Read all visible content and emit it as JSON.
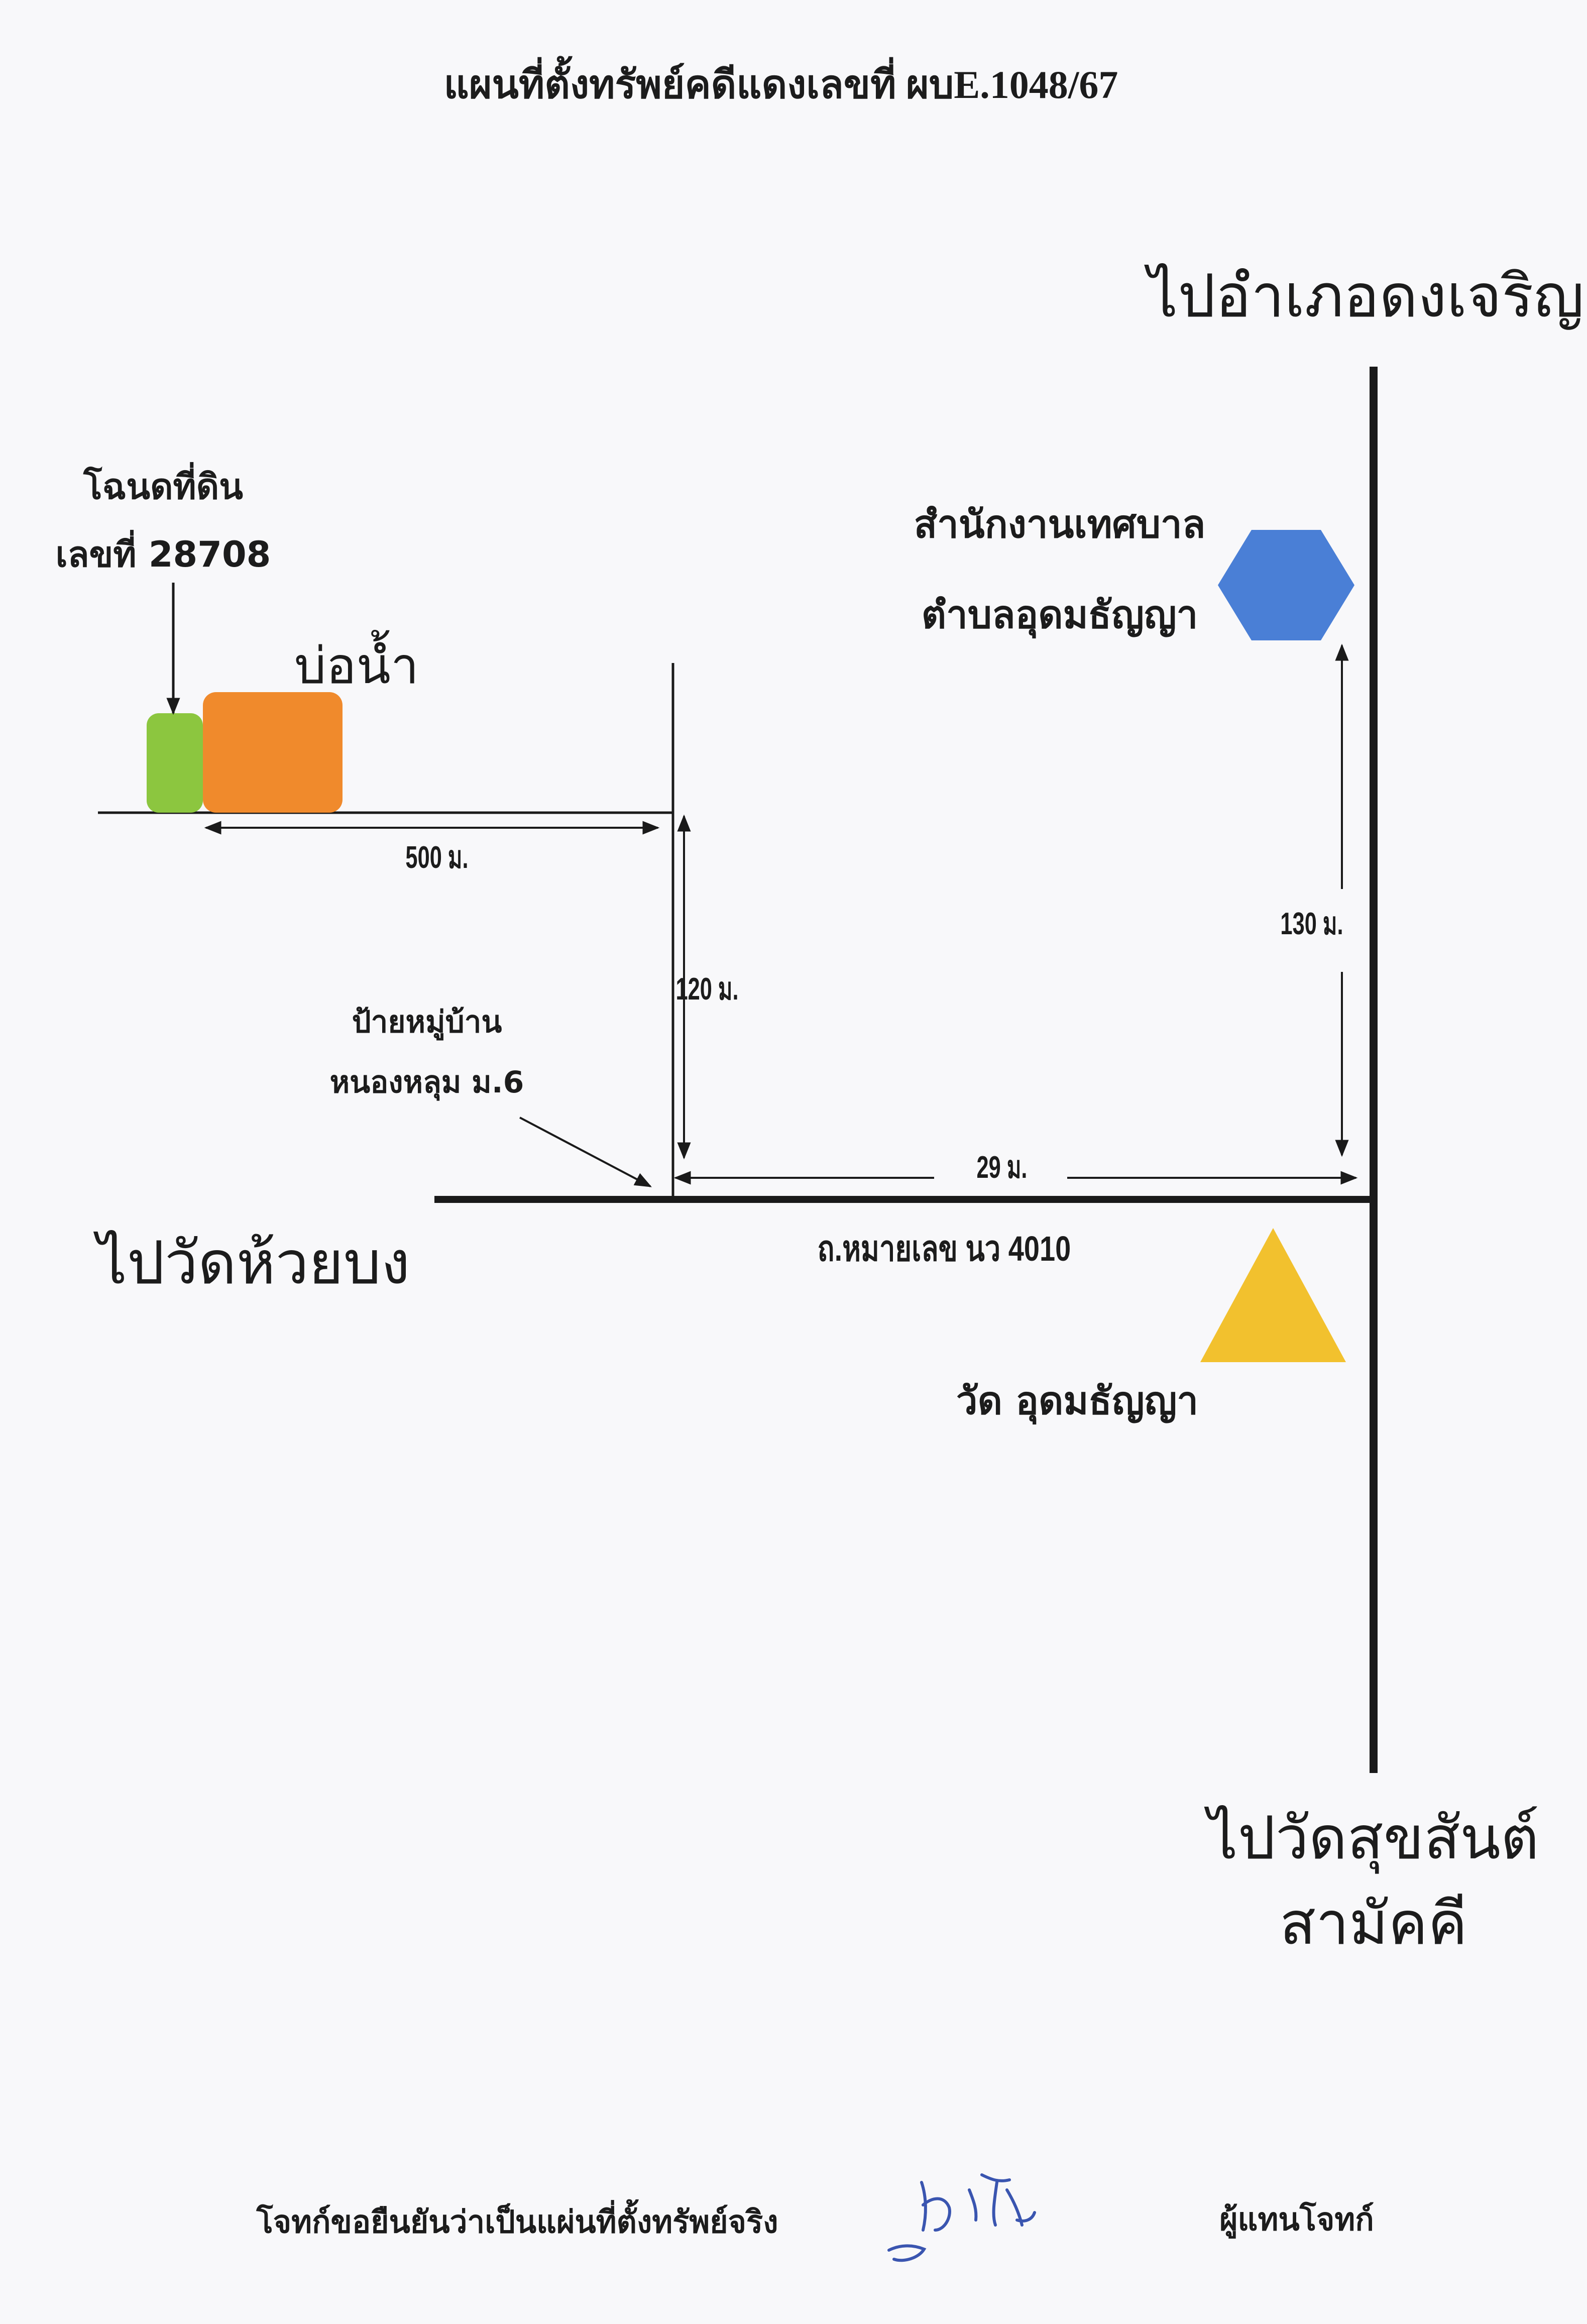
{
  "title": "แผนที่ตั้งทรัพย์คดีแดงเลขที่ ผบE.1048/67",
  "directions": {
    "north": "ไปอำเภอดงเจริญ",
    "west": "ไปวัดห้วยบง",
    "south_line1": "ไปวัดสุขสันต์",
    "south_line2": "สามัคคี"
  },
  "landmarks": {
    "deed_line1": "โฉนดที่ดิน",
    "deed_line2": "เลขที่ 28708",
    "pond": "บ่อน้ำ",
    "office_line1": "สำนักงานเทศบาล",
    "office_line2": "ตำบลอุดมธัญญา",
    "village_sign_line1": "ป้ายหมู่บ้าน",
    "village_sign_line2": "หนองหลุม ม.6",
    "temple": "วัด อุดมธัญญา",
    "road": "ถ.หมายเลข นว 4010"
  },
  "distances": {
    "d500": "500 ม.",
    "d120": "120 ม.",
    "d29": "29 ม.",
    "d130": "130 ม."
  },
  "footer": {
    "certify": "โจทก์ขอยืนยันว่าเป็นแผ่นที่ตั้งทรัพย์จริง",
    "signer": "ผู้แทนโจทก์"
  },
  "colors": {
    "land_plot": "#8cc63f",
    "pond": "#f08a2c",
    "office_marker": "#4a7fd6",
    "temple_marker": "#f2c12e",
    "signature": "#3a55b0"
  }
}
